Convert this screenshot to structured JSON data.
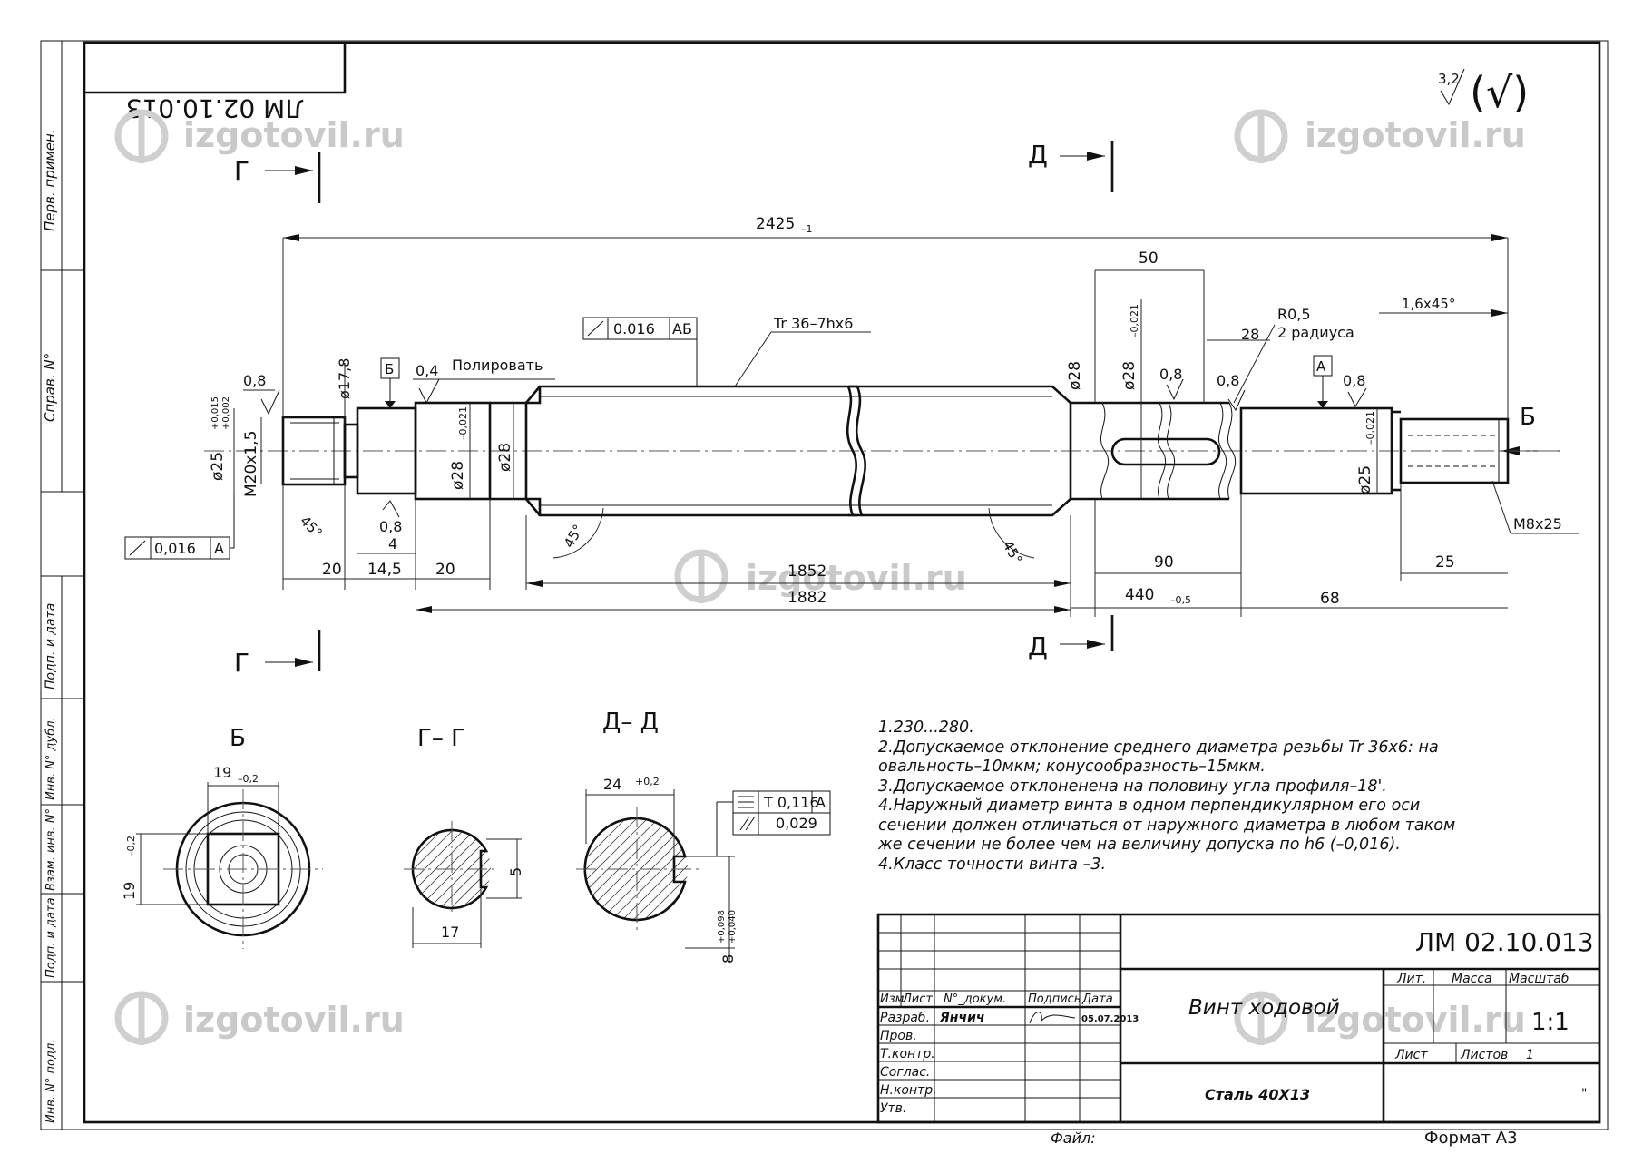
{
  "watermark": "izgotovil.ru",
  "doc_code_mirrored": "ЛМ 02.10.013",
  "roughness": {
    "value": "3,2",
    "symbol": "(√)"
  },
  "sections": {
    "b_label": "Б",
    "g_label": "Г",
    "d_label": "Д",
    "view_b": "Б",
    "view_gg": "Г– Г",
    "view_dd": "Д– Д"
  },
  "dims": {
    "total_len": "2425",
    "total_tol": "–1",
    "key_len": "50",
    "key_tol": "–0,021",
    "chamfer": "1,6x45°",
    "radius": "R0,5",
    "radius_note": "2 радиуса",
    "groove": "28",
    "thread_tr": "Tr 36–7hx6",
    "polish": "Полировать",
    "rough_04": "0,4",
    "rough_08": "0,8",
    "d178": "ø17,8",
    "d25_left": "ø25",
    "d25_tol_up": "+0,015",
    "d25_tol_lo": "+0,002",
    "m20": "M20x1,5",
    "d28": "ø28",
    "d28_tol": "–0,021",
    "d28_plain": "ø28",
    "d25_right": "ø25",
    "d25_right_tol": "–0,021",
    "m8": "M8x25",
    "angle": "45°",
    "d4": "4",
    "d20a": "20",
    "d145": "14,5",
    "d20b": "20",
    "d1852": "1852",
    "d1882": "1882",
    "d90": "90",
    "d440": "440",
    "d440_tol": "–0,5",
    "d68": "68",
    "d25": "25",
    "b19": "19",
    "b19_tol": "–0,2",
    "b19v": "19",
    "b19v_tol": "–0,2",
    "g5": "5",
    "g17": "17",
    "d24": "24",
    "d24_tol": "+0,2",
    "d8": "8",
    "d8_tol_up": "+0,098",
    "d8_tol_lo": "+0,040"
  },
  "tolerance_frames": {
    "runout_top": {
      "value": "0.016",
      "base": "АБ"
    },
    "runout_left": {
      "value": "0,016",
      "base": "А"
    },
    "symmetry": {
      "value": "T 0,116",
      "base": "А"
    },
    "parallel": {
      "value": "0,029"
    },
    "base_b": "Б",
    "base_a": "А"
  },
  "notes": [
    "1.230...280.",
    "2.Допускаемое отклонение среднего диаметра резьбы Tr 36x6:  на",
    "овальность–10мкм;  конусообразность–15мкм.",
    "3.Допускаемое отклоненена на половину угла профиля–18'.",
    "4.Наружный диаметр винта в одном перпендикулярном его оси",
    "сечении должен отличаться от наружного диаметра в любом таком",
    "же сечении не более чем на величину допуска по h6 (–0,016).",
    "4.Класс точности винта –3."
  ],
  "title_block": {
    "code": "ЛМ 02.10.013",
    "name": "Винт ходовой",
    "material": "Сталь 40Х13",
    "header": [
      "Изм",
      "Лист",
      "N°_докум.",
      "Подпись",
      "Дата"
    ],
    "rows": [
      "Разраб.",
      "Пров.",
      "Т.контр.",
      "Соглас.",
      "Н.контр.",
      "Утв."
    ],
    "developer": "Янчич",
    "date": "05.07.2013",
    "lit": "Лит.",
    "mass": "Масса",
    "scale_label": "Масштаб",
    "scale": "1:1",
    "sheet": "Лист",
    "sheets": "Листов",
    "sheets_count": "1",
    "file": "Файл:",
    "format": "Формат  А3",
    "mark": "\""
  },
  "side_stamps": [
    "Перв. примен.",
    "Справ. N°",
    "Подп. и дата",
    "Инв. N° дубл.",
    "Взам. инв. N°",
    "Подп. и дата",
    "Инв. N° подл."
  ]
}
